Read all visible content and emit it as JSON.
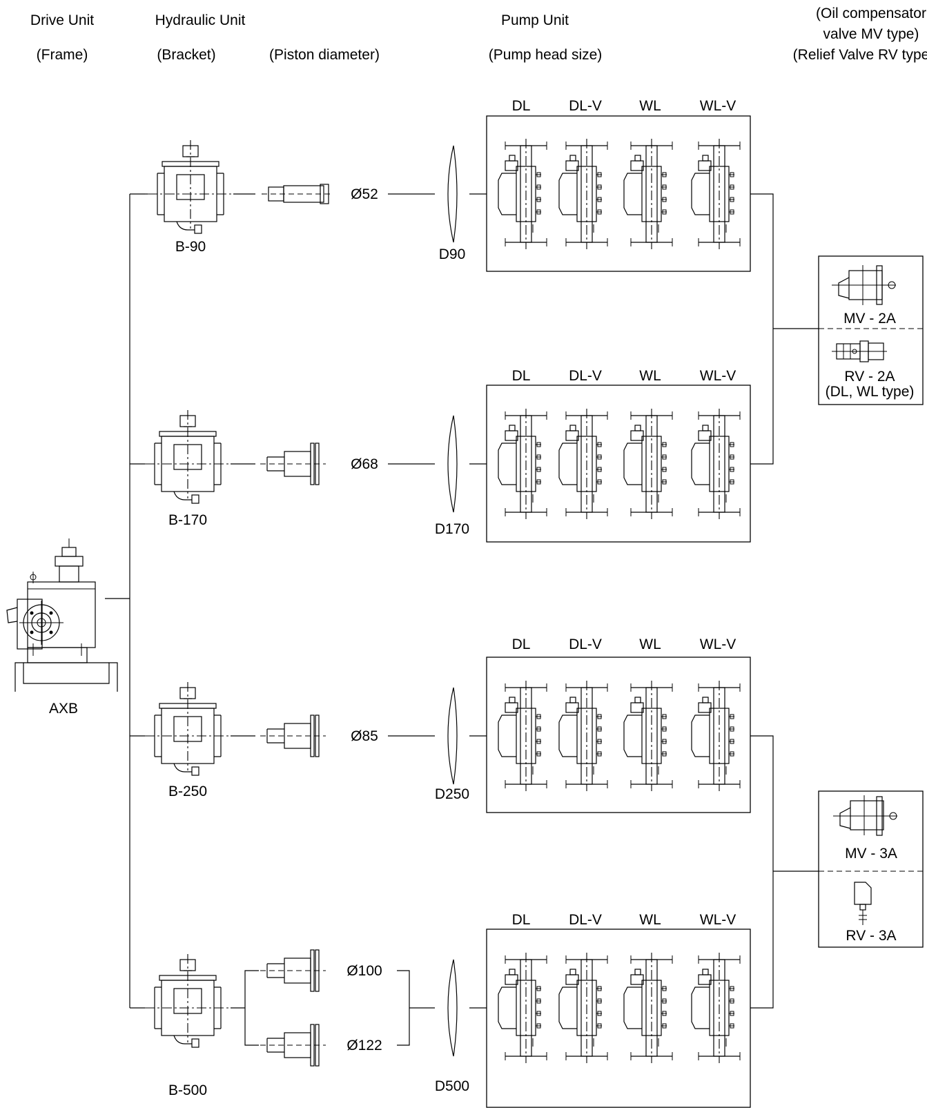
{
  "headers": {
    "drive_unit": "Drive Unit",
    "drive_unit_sub": "(Frame)",
    "hydraulic_unit": "Hydraulic Unit",
    "hydraulic_unit_sub": "(Bracket)",
    "piston_sub": "(Piston diameter)",
    "pump_unit": "Pump Unit",
    "pump_unit_sub": "(Pump head size)",
    "valve_line1": "(Oil compensator",
    "valve_line2": "valve MV type)",
    "valve_line3": "(Relief Valve RV type)"
  },
  "drive": {
    "label": "AXB"
  },
  "pump_types": [
    "DL",
    "DL-V",
    "WL",
    "WL-V"
  ],
  "rows": [
    {
      "bracket": "B-90",
      "pistons": [
        "Ø52"
      ],
      "pump_head": "D90"
    },
    {
      "bracket": "B-170",
      "pistons": [
        "Ø68"
      ],
      "pump_head": "D170"
    },
    {
      "bracket": "B-250",
      "pistons": [
        "Ø85"
      ],
      "pump_head": "D250"
    },
    {
      "bracket": "B-500",
      "pistons": [
        "Ø100",
        "Ø122"
      ],
      "pump_head": "D500"
    }
  ],
  "valve_groups": [
    {
      "mv": "MV - 2A",
      "rv": "RV - 2A",
      "rv_note": "(DL, WL type)"
    },
    {
      "mv": "MV - 3A",
      "rv": "RV - 3A",
      "rv_note": ""
    }
  ]
}
